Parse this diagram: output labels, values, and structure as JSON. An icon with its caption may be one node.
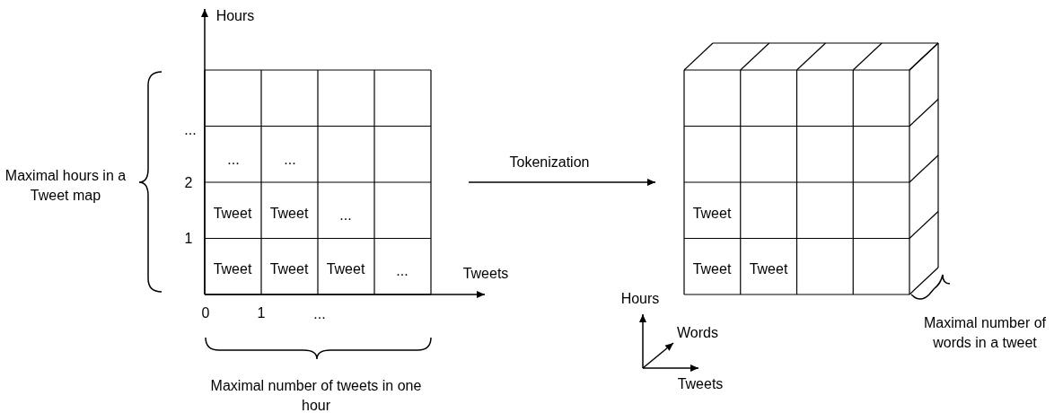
{
  "diagram": {
    "nodes": [
      {
        "text": [],
        "shape": "box"
      },
      {
        "text": [],
        "shape": "box"
      }
    ],
    "edges": [
      {
        "from": 0,
        "to": 1,
        "arrow": "to",
        "label": "Tokenization"
      }
    ],
    "labels": [
      "Hours",
      "...",
      "Maximal hours in a Tweet map",
      "2",
      "1",
      "0",
      "1",
      "...",
      "Tweets",
      "Maximal number of tweets in one hour",
      "...",
      "...",
      "Tweet",
      "Tweet",
      "...",
      "Tweet",
      "Tweet",
      "Tweet",
      "...",
      "Tweet",
      "Tweet",
      "Tweet",
      "Hours",
      "Words",
      "Tweets",
      "Maximal number of words in a tweet"
    ]
  }
}
